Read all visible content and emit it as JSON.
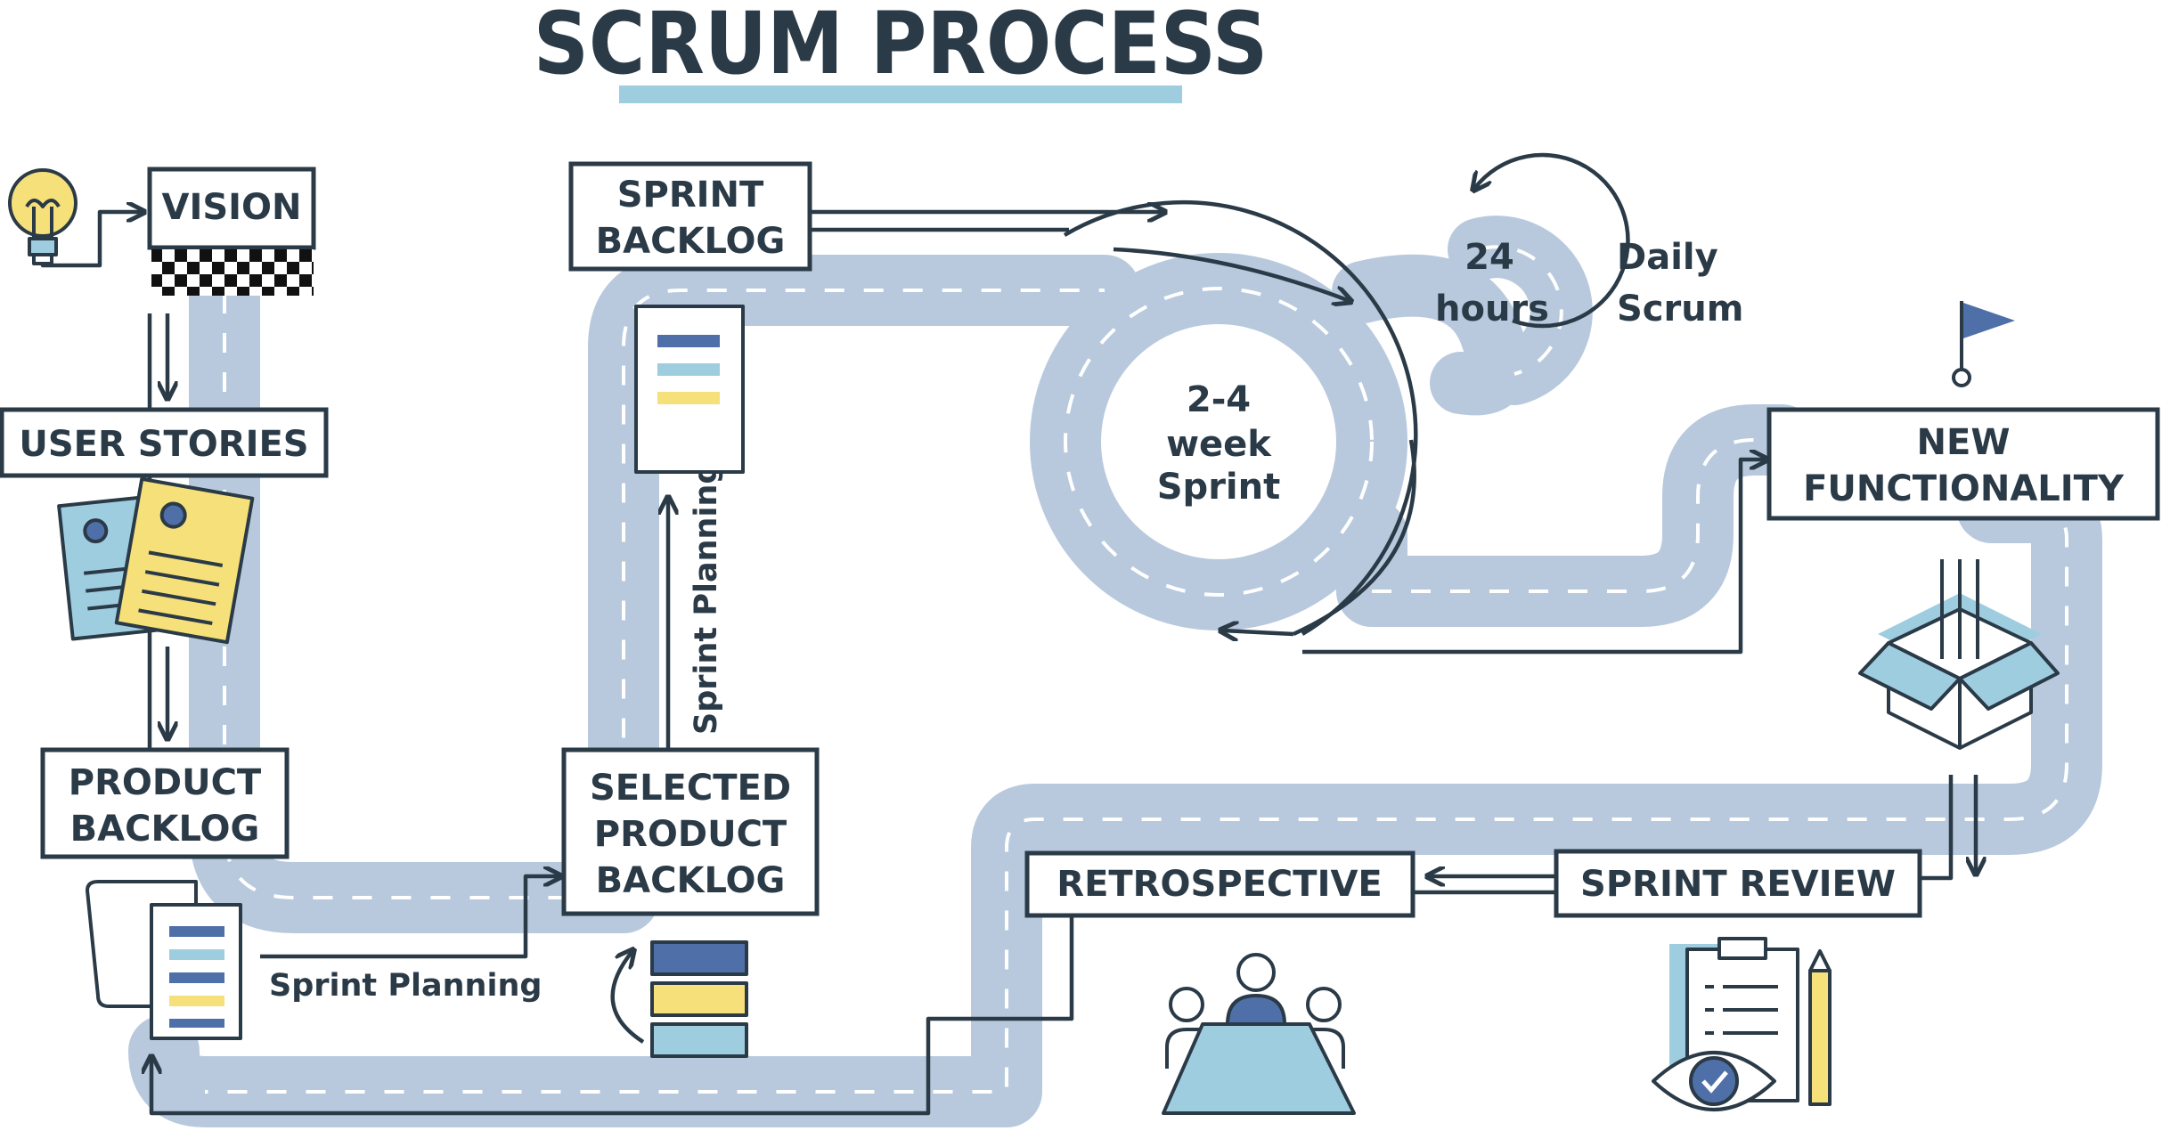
{
  "title": "SCRUM PROCESS",
  "colors": {
    "ink": "#2a3a47",
    "road": "#b8c9de",
    "accent_blue": "#4f6fa8",
    "accent_light": "#9fcde0",
    "accent_yellow": "#f6e07a",
    "flag": "#4f6fa8"
  },
  "steps": {
    "vision": "VISION",
    "user_stories": "USER STORIES",
    "product_backlog": [
      "PRODUCT",
      "BACKLOG"
    ],
    "selected_backlog": [
      "SELECTED",
      "PRODUCT",
      "BACKLOG"
    ],
    "sprint_backlog": [
      "SPRINT",
      "BACKLOG"
    ],
    "sprint_cycle": [
      "2-4",
      "week",
      "Sprint"
    ],
    "daily_hours": [
      "24",
      "hours"
    ],
    "daily_scrum": [
      "Daily",
      "Scrum"
    ],
    "new_functionality": [
      "NEW",
      "FUNCTIONALITY"
    ],
    "sprint_review": "SPRINT REVIEW",
    "retrospective": "RETROSPECTIVE"
  },
  "labels": {
    "sprint_planning_horizontal": "Sprint Planning",
    "sprint_planning_vertical": "Sprint Planning"
  },
  "icons": [
    "lightbulb-icon",
    "finish-line-icon",
    "user-story-cards-icon",
    "product-backlog-scroll-icon",
    "selected-backlog-stack-icon",
    "sprint-backlog-document-icon",
    "goal-flag-icon",
    "delivery-box-icon",
    "meeting-table-icon",
    "review-clipboard-icon"
  ]
}
